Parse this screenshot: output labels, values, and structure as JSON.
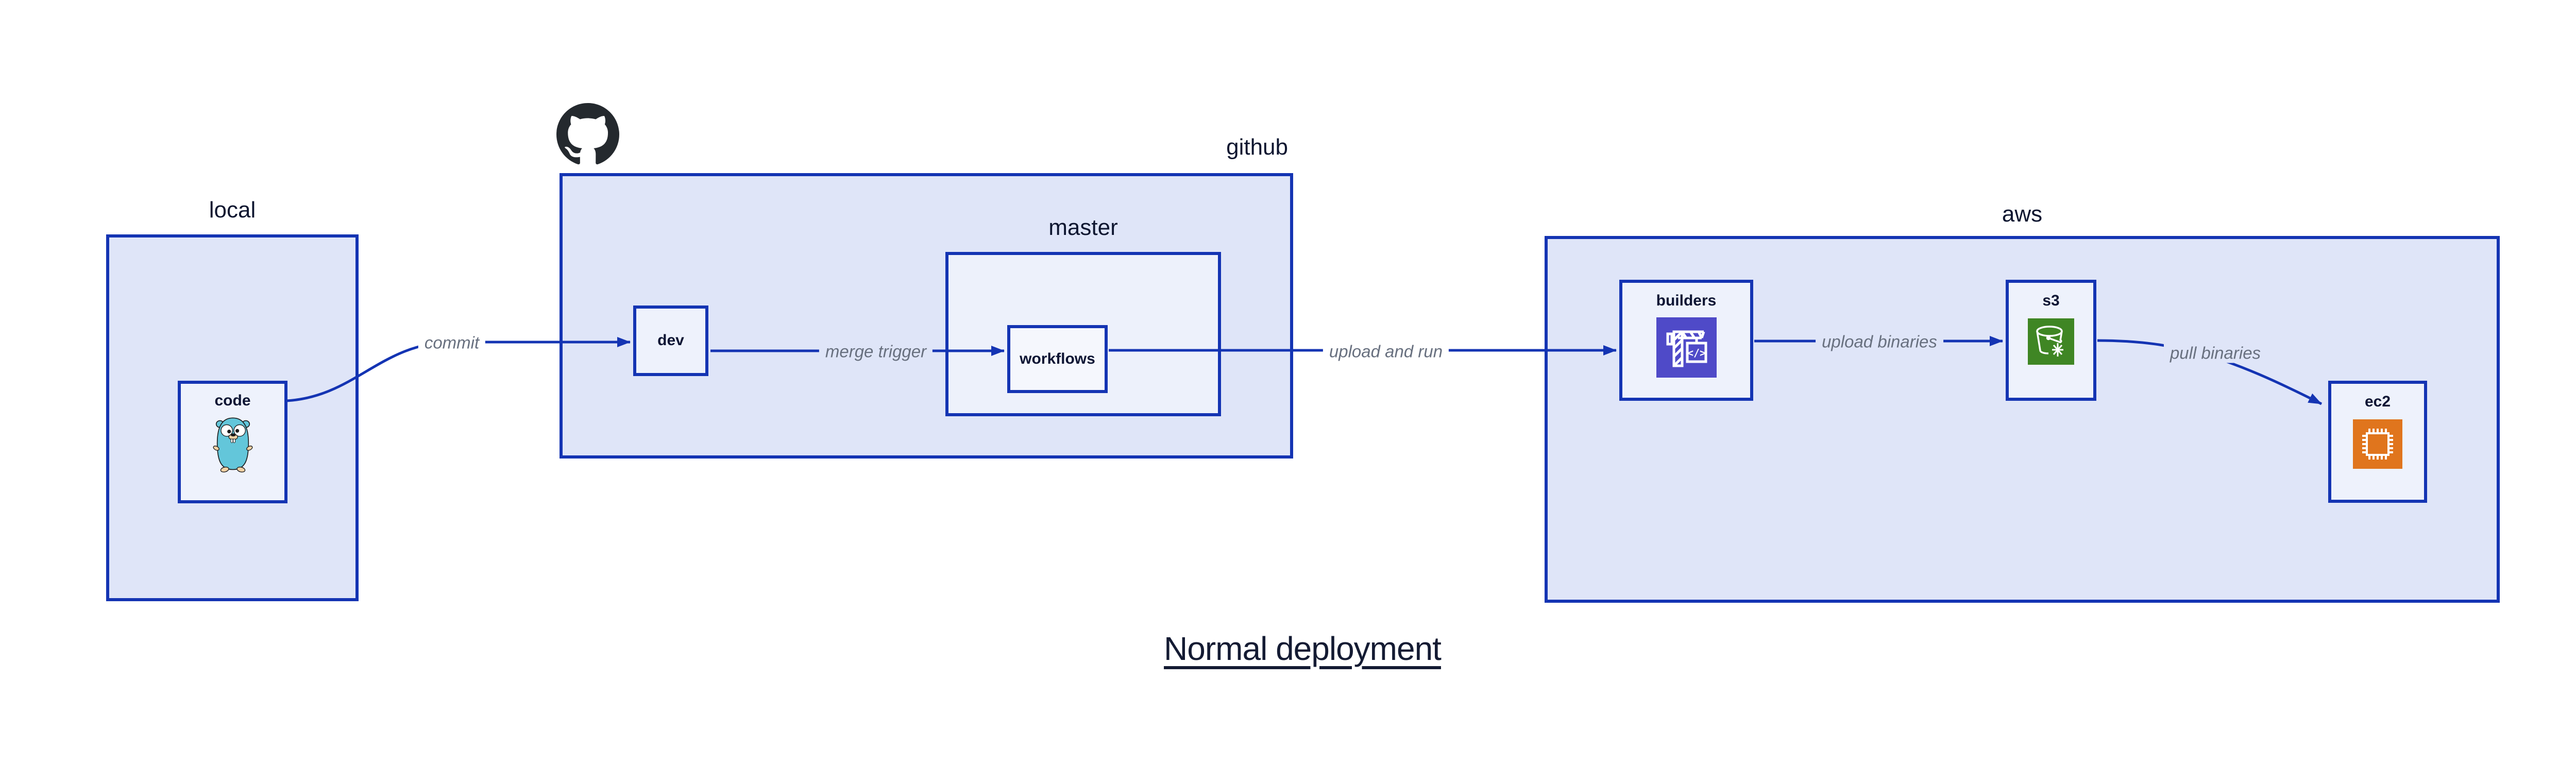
{
  "title": "Normal deployment",
  "groups": {
    "local": {
      "label": "local"
    },
    "github": {
      "label": "github",
      "logo_icon": "github-octocat-icon"
    },
    "master": {
      "label": "master"
    },
    "aws": {
      "label": "aws"
    }
  },
  "nodes": {
    "code": {
      "label": "code",
      "icon": "go-gopher-icon"
    },
    "dev": {
      "label": "dev"
    },
    "workflows": {
      "label": "workflows"
    },
    "builders": {
      "label": "builders",
      "icon": "aws-codebuild-crane-icon",
      "icon_glyph": "</>"
    },
    "s3": {
      "label": "s3",
      "icon": "aws-s3-glacier-bucket-icon"
    },
    "ec2": {
      "label": "ec2",
      "icon": "aws-ec2-chip-icon"
    }
  },
  "edges": [
    {
      "from": "code",
      "to": "dev",
      "label": "commit"
    },
    {
      "from": "dev",
      "to": "workflows",
      "label": "merge trigger"
    },
    {
      "from": "workflows",
      "to": "builders",
      "label": "upload and run"
    },
    {
      "from": "builders",
      "to": "s3",
      "label": "upload binaries"
    },
    {
      "from": "s3",
      "to": "ec2",
      "label": "pull binaries"
    }
  ],
  "colors": {
    "accent_blue_border": "#1434b3",
    "outer_box_fill": "#dfe5f8",
    "nested_box_fill": "#edf1fb",
    "leaf_box_fill": "#eef2fc",
    "workflows_fill": "#f5f7fd",
    "edge_line": "#1434b3",
    "edge_label_gray": "#68707f",
    "label_navy": "#0e1630",
    "github_logo_black": "#24292e",
    "codebuild_indigo": "#4f4ac8",
    "s3_green": "#3f8624",
    "ec2_orange": "#e0751d",
    "gopher_teal": "#63c6da",
    "gopher_tan": "#f2d1a4"
  }
}
